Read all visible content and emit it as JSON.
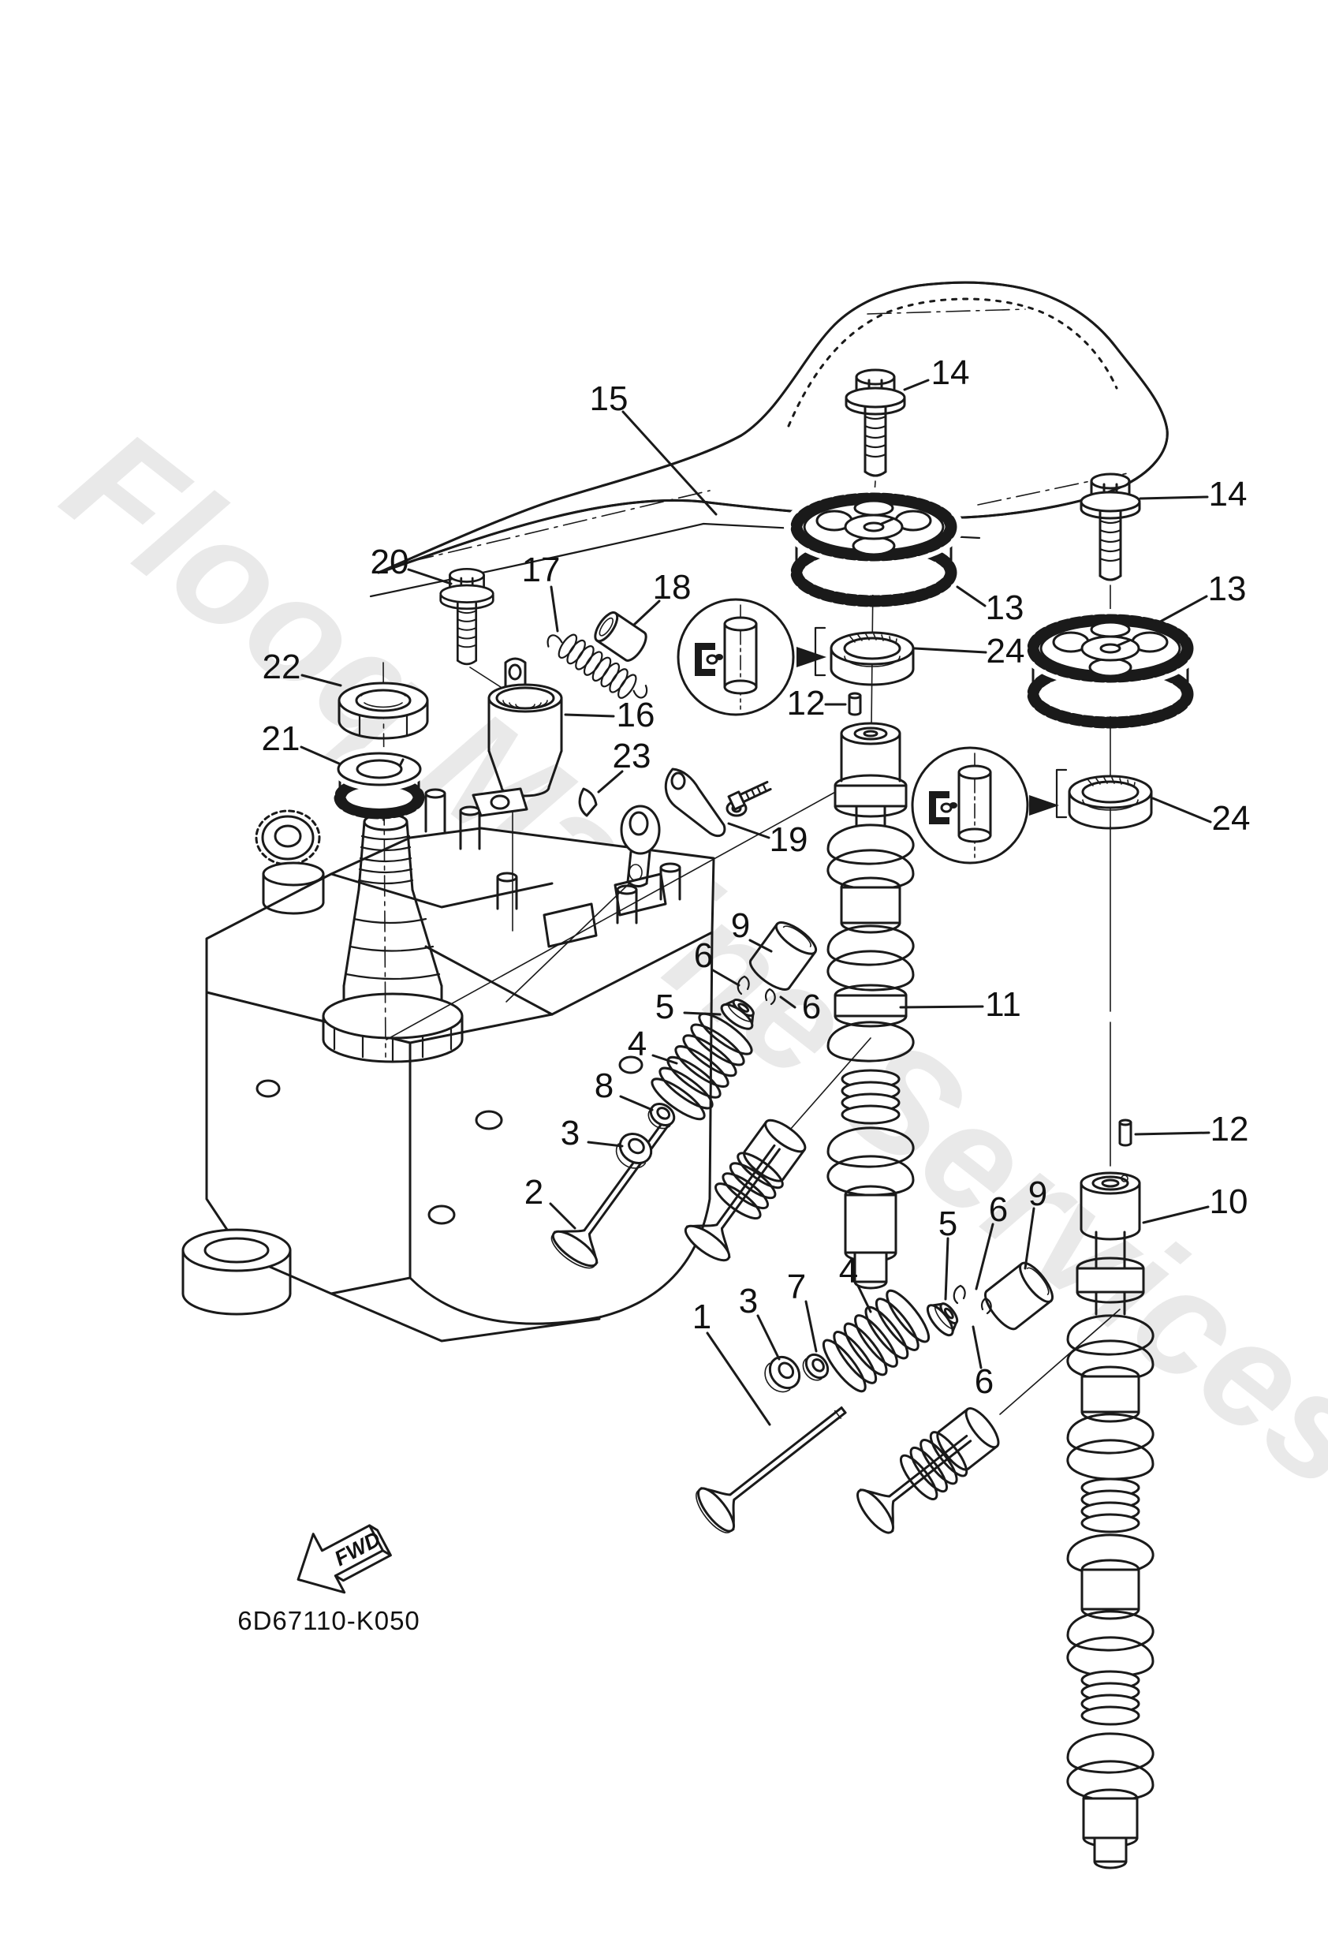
{
  "diagram": {
    "code": "6D67110-K050",
    "fwd_label": "FWD",
    "watermark": "Flooq Marine Services",
    "line_color": "#1a1a1a",
    "watermark_color": "#dcdcdc",
    "callouts": [
      {
        "text": "15"
      },
      {
        "text": "14"
      },
      {
        "text": "20"
      },
      {
        "text": "17"
      },
      {
        "text": "18"
      },
      {
        "text": "22"
      },
      {
        "text": "16"
      },
      {
        "text": "21"
      },
      {
        "text": "23"
      },
      {
        "text": "19"
      },
      {
        "text": "13"
      },
      {
        "text": "24"
      },
      {
        "text": "12"
      },
      {
        "text": "14"
      },
      {
        "text": "13"
      },
      {
        "text": "24"
      },
      {
        "text": "12"
      },
      {
        "text": "10"
      },
      {
        "text": "11"
      },
      {
        "text": "9"
      },
      {
        "text": "6"
      },
      {
        "text": "6"
      },
      {
        "text": "5"
      },
      {
        "text": "4"
      },
      {
        "text": "8"
      },
      {
        "text": "3"
      },
      {
        "text": "2"
      },
      {
        "text": "1"
      },
      {
        "text": "3"
      },
      {
        "text": "7"
      },
      {
        "text": "4"
      },
      {
        "text": "5"
      },
      {
        "text": "6"
      },
      {
        "text": "6"
      },
      {
        "text": "9"
      }
    ]
  }
}
